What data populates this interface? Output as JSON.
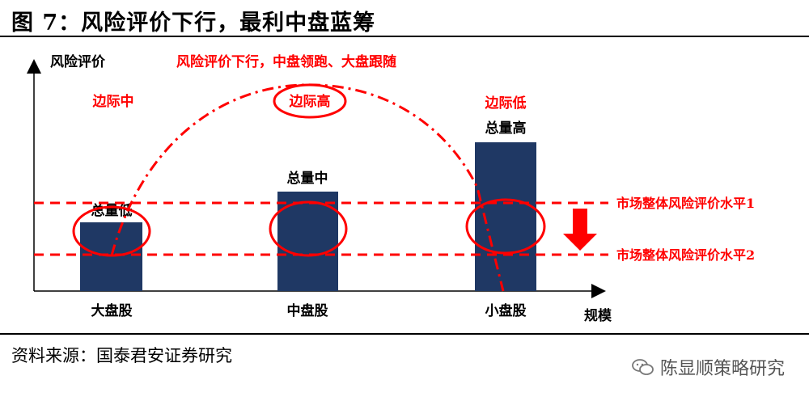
{
  "title": "图 7：风险评价下行，最利中盘蓝筹",
  "axes": {
    "y_label": "风险评价",
    "x_label": "规模"
  },
  "curve_label": "风险评价下行，中盘领跑、大盘跟随",
  "marginal": {
    "large": "边际中",
    "mid": "边际高",
    "small": "边际低"
  },
  "totals": {
    "large": "总量低",
    "mid": "总量中",
    "small": "总量高"
  },
  "categories": [
    "大盘股",
    "中盘股",
    "小盘股"
  ],
  "levels": {
    "level1": "市场整体风险评价水平1",
    "level2": "市场整体风险评价水平2"
  },
  "source": "资料来源：国泰君安证券研究",
  "watermark": "陈显顺策略研究",
  "colors": {
    "bar": "#1f3864",
    "accent": "#ff0000",
    "axis": "#000000"
  }
}
